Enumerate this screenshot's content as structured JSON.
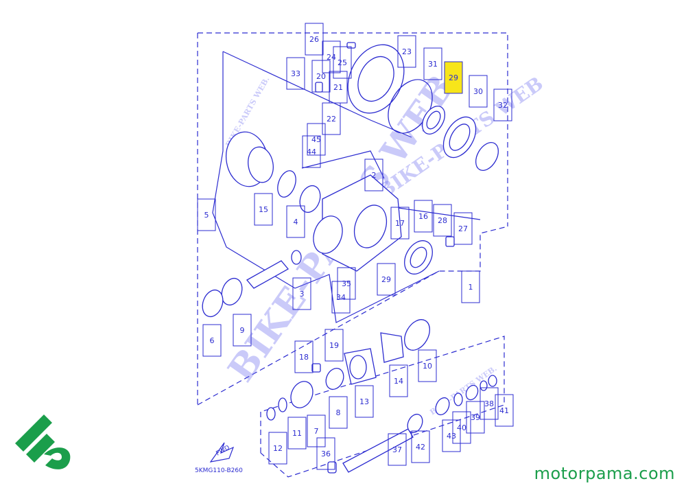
{
  "diagram": {
    "code": "5KMG110-B260",
    "fwd": "FWD",
    "watermark_main": "BIKE-PARTS WEB",
    "watermark_small": "BIKE-PARTS WEB.",
    "highlight_color": "#f7e51a",
    "line_color": "#2b2bd0",
    "callouts": [
      "1",
      "2",
      "3",
      "4",
      "5",
      "6",
      "7",
      "8",
      "9",
      "10",
      "11",
      "12",
      "13",
      "14",
      "15",
      "16",
      "17",
      "18",
      "19",
      "20",
      "21",
      "22",
      "23",
      "24",
      "25",
      "26",
      "27",
      "28",
      "29",
      "29",
      "30",
      "31",
      "32",
      "33",
      "34",
      "35",
      "36",
      "37",
      "38",
      "39",
      "40",
      "41",
      "42",
      "43",
      "44",
      "45"
    ],
    "highlighted": "29"
  },
  "footer": {
    "site": "motorpama.com",
    "brand_color": "#1b9e4b"
  },
  "icons": {
    "logo": "mp-logo-icon"
  }
}
